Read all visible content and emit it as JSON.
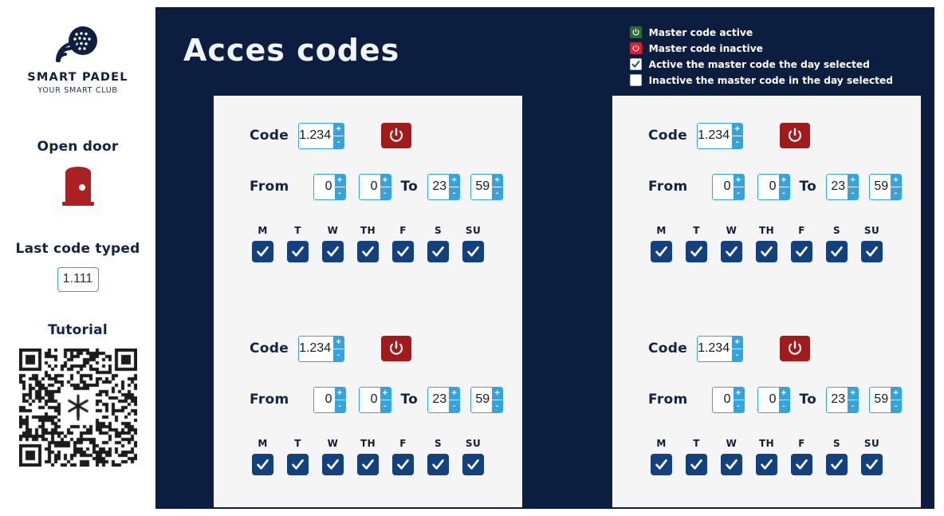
{
  "sidebar": {
    "logo_icon": "padel-racket-wifi-logo",
    "brand_name": "SMART PADEL",
    "brand_tagline": "YOUR SMART CLUB",
    "open_door_label": "Open door",
    "door_icon": "door-icon",
    "last_code_label": "Last code typed",
    "last_code_value": "1.111",
    "tutorial_label": "Tutorial",
    "qr_icon": "qr-code"
  },
  "header": {
    "title": "Acces codes"
  },
  "legend": {
    "items": [
      {
        "icon": "power-icon",
        "swatch": "sw-green",
        "label": "Master code active"
      },
      {
        "icon": "power-icon",
        "swatch": "sw-red",
        "label": "Master code inactive"
      },
      {
        "icon": "check-icon",
        "swatch": "sw-check",
        "label": "Active the master code the day selected"
      },
      {
        "icon": "empty-box-icon",
        "swatch": "sw-empty",
        "label": "Inactive the master code in the day selected"
      }
    ]
  },
  "labels": {
    "code": "Code",
    "from": "From",
    "to": "To",
    "plus": "+",
    "minus": "-"
  },
  "days": [
    {
      "label": "M",
      "checked": true
    },
    {
      "label": "T",
      "checked": true
    },
    {
      "label": "W",
      "checked": true
    },
    {
      "label": "TH",
      "checked": true
    },
    {
      "label": "F",
      "checked": true
    },
    {
      "label": "S",
      "checked": true
    },
    {
      "label": "SU",
      "checked": true
    }
  ],
  "panels": [
    {
      "name": "access-code-panel-1",
      "sections": [
        {
          "code": "1.234",
          "from_hour": "0",
          "from_min": "0",
          "to_hour": "23",
          "to_min": "59",
          "power_state": "inactive"
        },
        {
          "code": "1.234",
          "from_hour": "0",
          "from_min": "0",
          "to_hour": "23",
          "to_min": "59",
          "power_state": "inactive"
        }
      ]
    },
    {
      "name": "access-code-panel-2",
      "sections": [
        {
          "code": "1.234",
          "from_hour": "0",
          "from_min": "0",
          "to_hour": "23",
          "to_min": "59",
          "power_state": "inactive"
        },
        {
          "code": "1.234",
          "from_hour": "0",
          "from_min": "0",
          "to_hour": "23",
          "to_min": "59",
          "power_state": "inactive"
        }
      ]
    }
  ],
  "colors": {
    "navy_bg": "#0c1e40",
    "panel_bg": "#f5f5f5",
    "accent_blue": "#35a3dd",
    "checkbox_blue": "#12417e",
    "power_red": "#a31a1a",
    "legend_green": "#2c6b2f",
    "legend_red": "#e8172b"
  }
}
